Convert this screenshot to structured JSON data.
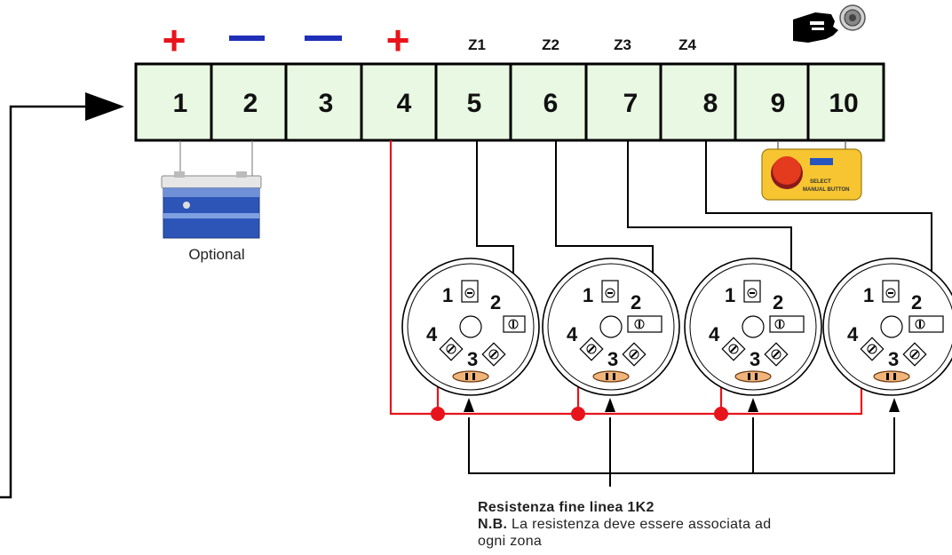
{
  "terminals": [
    "1",
    "2",
    "3",
    "4",
    "5",
    "6",
    "7",
    "8",
    "9",
    "10"
  ],
  "polarity": {
    "t1": "+",
    "t2": "–",
    "t3": "–",
    "t4": "+"
  },
  "zones": [
    "Z1",
    "Z2",
    "Z3",
    "Z4"
  ],
  "battery_label": "Optional",
  "detector_terminals": [
    "1",
    "2",
    "3",
    "4"
  ],
  "manual_button_text": {
    "line1": "SELECT",
    "line2": "MANUAL BUTTON"
  },
  "note": {
    "title": "Resistenza fine linea 1K2",
    "nb": "N.B.",
    "text": "La resistenza deve essere associata ad",
    "text2": "ogni zona"
  },
  "colors": {
    "terminal_fill": "#e8f8e2",
    "wire_black": "#000000",
    "wire_red": "#e8141b",
    "plus": "#e8141b",
    "minus": "#1f2fb8"
  },
  "icons": [
    "hand-press-icon",
    "battery-icon",
    "manual-call-point-icon",
    "smoke-detector-base-icon"
  ]
}
